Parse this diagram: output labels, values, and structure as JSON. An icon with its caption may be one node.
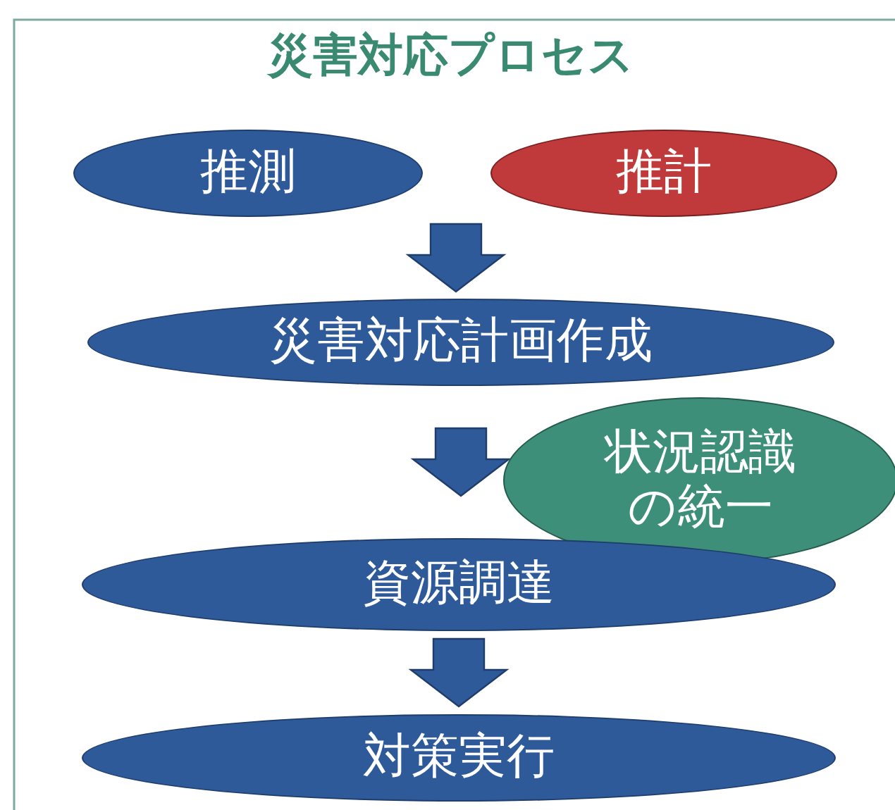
{
  "diagram": {
    "title": "災害対応プロセス",
    "nodes": [
      {
        "text": [
          "推測"
        ]
      },
      {
        "text": [
          "推計"
        ]
      },
      {
        "text": [
          "災害対応計画作成"
        ]
      },
      {
        "text": [
          "状況認識の統一"
        ]
      },
      {
        "text": [
          "資源調達"
        ]
      },
      {
        "text": [
          "対策実行"
        ]
      }
    ],
    "edges": [
      {
        "from": 0,
        "to": 2,
        "arrow": "to"
      },
      {
        "from": 1,
        "to": 2,
        "arrow": "to"
      },
      {
        "from": 2,
        "to": 4,
        "arrow": "to"
      },
      {
        "from": 4,
        "to": 5,
        "arrow": "to"
      }
    ]
  }
}
